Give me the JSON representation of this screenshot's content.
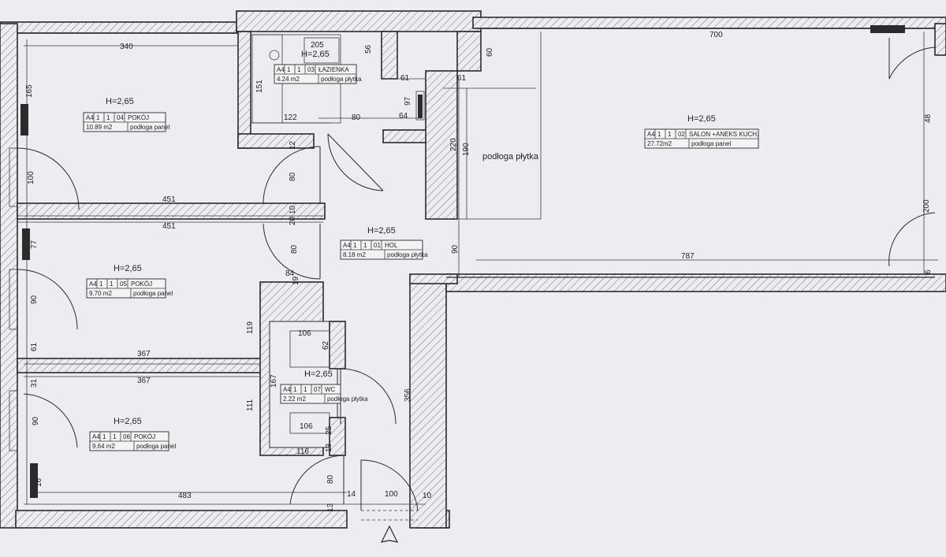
{
  "rooms": [
    {
      "id": "pokoj-04",
      "height": "H=2,65",
      "tag": [
        "A4",
        "1",
        "1",
        "04"
      ],
      "name": "POKÓJ",
      "area": "10.89 m2",
      "floor": "podłoga panel"
    },
    {
      "id": "lazienka-03",
      "height": "H=2,65",
      "tag": [
        "A4",
        "1",
        "1",
        "03"
      ],
      "name": "ŁAZIENKA",
      "area": "4.24 m2",
      "floor": "podłoga płytka"
    },
    {
      "id": "salon-02",
      "height": "H=2,65",
      "tag": [
        "A4",
        "1",
        "1",
        "02"
      ],
      "name": "SALON +ANEKS KUCH.",
      "area": "27.72m2",
      "floor": "podłoga panel"
    },
    {
      "id": "hol-01",
      "height": "H=2,65",
      "tag": [
        "A4",
        "1",
        "1",
        "01"
      ],
      "name": "HOL",
      "area": "8.18 m2",
      "floor": "podłoga płytka"
    },
    {
      "id": "pokoj-05",
      "height": "H=2,65",
      "tag": [
        "A4",
        "1",
        "1",
        "05"
      ],
      "name": "POKÓJ",
      "area": "9.70 m2",
      "floor": "podłoga panel"
    },
    {
      "id": "wc-07",
      "height": "H=2,65",
      "tag": [
        "A4",
        "1",
        "1",
        "07"
      ],
      "name": "WC",
      "area": "2.22 m2",
      "floor": "podłoga płytka"
    },
    {
      "id": "pokoj-06",
      "height": "H=2,65",
      "tag": [
        "A4",
        "1",
        "1",
        "06"
      ],
      "name": "POKÓJ",
      "area": "9.64 m2",
      "floor": "podłoga panel"
    }
  ],
  "notes": {
    "kitchen_floor": "podłoga płytka"
  },
  "dims": {
    "d340": "340",
    "d700": "700",
    "d205": "205",
    "d56": "56",
    "d60": "60",
    "d61a": "61",
    "d61b": "61",
    "d165": "165",
    "d151": "151",
    "d97": "97",
    "d122": "122",
    "d80a": "80",
    "d64": "64",
    "d48": "48",
    "d220": "220",
    "d190": "190",
    "d100a": "100",
    "d12a": "12",
    "d80b": "80",
    "d451a": "451",
    "d10": "10",
    "d20": "20",
    "d451b": "451",
    "d77": "77",
    "d80c": "80",
    "d90a": "90",
    "d200": "200",
    "d787": "787",
    "d84": "84",
    "d19": "19",
    "d90b": "90",
    "d119": "119",
    "d106a": "106",
    "d62": "62",
    "d61c": "61",
    "d367a": "367",
    "d31": "31",
    "d367b": "367",
    "d167": "167",
    "d356": "356",
    "d111": "111",
    "d90c": "90",
    "d106b": "106",
    "d25": "25",
    "d13a": "13",
    "d116": "116",
    "d80d": "80",
    "d16": "16",
    "d483": "483",
    "d14": "14",
    "d100b": "100",
    "d10b": "10",
    "d13b": "13",
    "d6": "6"
  }
}
